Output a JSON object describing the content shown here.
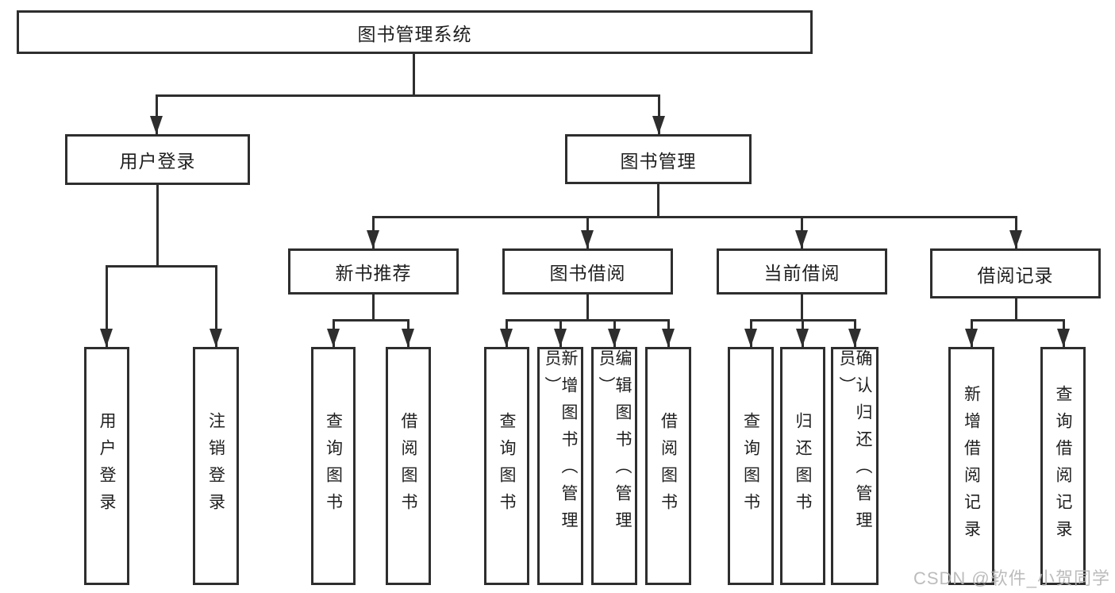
{
  "diagram_title": "图书管理系统",
  "nodes": {
    "root": "图书管理系统",
    "user_login": "用户登录",
    "book_mgmt": "图书管理",
    "new_book_rec": "新书推荐",
    "book_borrow": "图书借阅",
    "current_borrow": "当前借阅",
    "borrow_records": "借阅记录",
    "leaf_user_login": "用户登录",
    "leaf_logout": "注销登录",
    "leaf_nb_query": "查询图书",
    "leaf_nb_borrow": "借阅图书",
    "leaf_bb_query": "查询图书",
    "leaf_bb_add": "新增图书（管理员）",
    "leaf_bb_edit": "编辑图书（管理员）",
    "leaf_bb_borrow": "借阅图书",
    "leaf_cb_query": "查询图书",
    "leaf_cb_return": "归还图书",
    "leaf_cb_confirm": "确认归还（管理员）",
    "leaf_br_add": "新增借阅记录",
    "leaf_br_query": "查询借阅记录"
  },
  "edges": [
    [
      "root",
      "user_login"
    ],
    [
      "root",
      "book_mgmt"
    ],
    [
      "user_login",
      "leaf_user_login"
    ],
    [
      "user_login",
      "leaf_logout"
    ],
    [
      "book_mgmt",
      "new_book_rec"
    ],
    [
      "book_mgmt",
      "book_borrow"
    ],
    [
      "book_mgmt",
      "current_borrow"
    ],
    [
      "book_mgmt",
      "borrow_records"
    ],
    [
      "new_book_rec",
      "leaf_nb_query"
    ],
    [
      "new_book_rec",
      "leaf_nb_borrow"
    ],
    [
      "book_borrow",
      "leaf_bb_query"
    ],
    [
      "book_borrow",
      "leaf_bb_add"
    ],
    [
      "book_borrow",
      "leaf_bb_edit"
    ],
    [
      "book_borrow",
      "leaf_bb_borrow"
    ],
    [
      "current_borrow",
      "leaf_cb_query"
    ],
    [
      "current_borrow",
      "leaf_cb_return"
    ],
    [
      "current_borrow",
      "leaf_cb_confirm"
    ],
    [
      "borrow_records",
      "leaf_br_add"
    ],
    [
      "borrow_records",
      "leaf_br_query"
    ]
  ],
  "watermark": {
    "text": "CSDN @软件_小贺同学"
  },
  "colors": {
    "line": "#2e2e2e",
    "text": "#1f1f1f",
    "background": "#ffffff",
    "watermark_gray": "#b5b5b5"
  }
}
